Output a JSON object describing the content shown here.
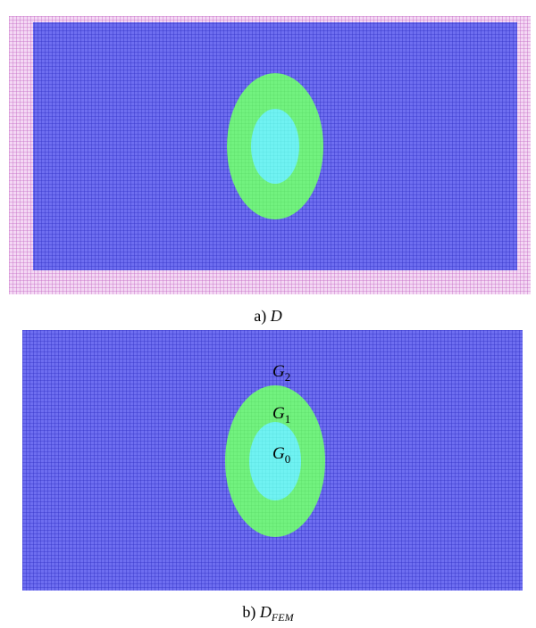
{
  "panel_a": {
    "caption_prefix": "a) ",
    "caption_symbol": "D"
  },
  "panel_b": {
    "caption_prefix": "b) ",
    "caption_symbol": "D",
    "caption_subscript": "FEM",
    "regions": [
      {
        "symbol": "G",
        "subscript": "2"
      },
      {
        "symbol": "G",
        "subscript": "1"
      },
      {
        "symbol": "G",
        "subscript": "0"
      }
    ]
  },
  "colors": {
    "pml_grid": "#d98ad9",
    "outer_medium": "#5a5ae6",
    "ring_region": "#66ee77",
    "inner_region": "#66eeee",
    "grid_line": "#3a3acc"
  }
}
